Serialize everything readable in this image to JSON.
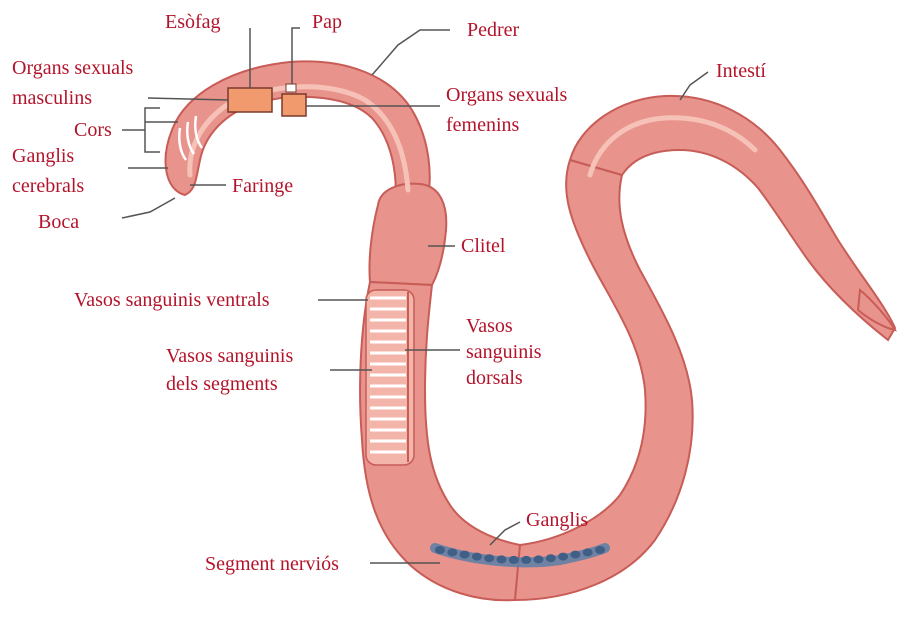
{
  "colors": {
    "label_text": "#b3142b",
    "leader_line": "#555555",
    "worm_body": "#e8938c",
    "worm_outline": "#c85c57",
    "worm_highlight": "#f6c2b8",
    "nerve_cord": "#5a7fa8"
  },
  "labels": {
    "esofag": "Esòfag",
    "pap": "Pap",
    "pedrer": "Pedrer",
    "organs_masculins_1": "Organs sexuals",
    "organs_masculins_2": "masculins",
    "organs_femenins_1": "Organs sexuals",
    "organs_femenins_2": "femenins",
    "cors": "Cors",
    "ganglis_cerebrals_1": "Ganglis",
    "ganglis_cerebrals_2": "cerebrals",
    "faringe": "Faringe",
    "boca": "Boca",
    "intesti": "Intestí",
    "clitel": "Clitel",
    "vasos_ventrals": "Vasos sanguinis ventrals",
    "vasos_segments_1": "Vasos sanguinis",
    "vasos_segments_2": "dels segments",
    "vasos_dorsals_1": "Vasos",
    "vasos_dorsals_2": "sanguinis",
    "vasos_dorsals_3": "dorsals",
    "ganglis": "Ganglis",
    "segment_nervios": "Segment nerviós"
  }
}
